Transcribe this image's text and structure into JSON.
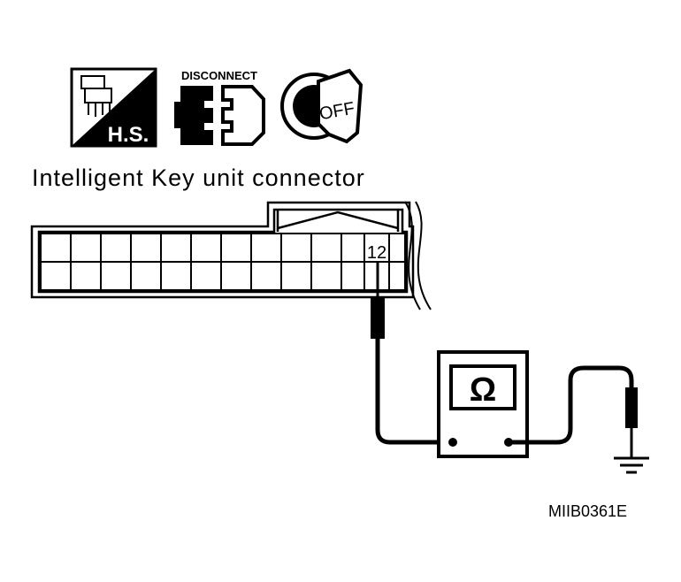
{
  "icons": {
    "harness_side_label": "H.S.",
    "disconnect_label": "DISCONNECT",
    "ignition_off_label": "OFF",
    "harness_side_icon": "harness-side-icon",
    "disconnect_icon": "disconnect-icon",
    "ignition_key_icon": "ignition-key-off-icon"
  },
  "connector": {
    "title": "Intelligent Key unit connector",
    "terminal_label": "12"
  },
  "meter": {
    "symbol": "Ω",
    "icon": "ohmmeter-icon"
  },
  "ground_icon": "ground-icon",
  "figure_code": "MIIB0361E"
}
